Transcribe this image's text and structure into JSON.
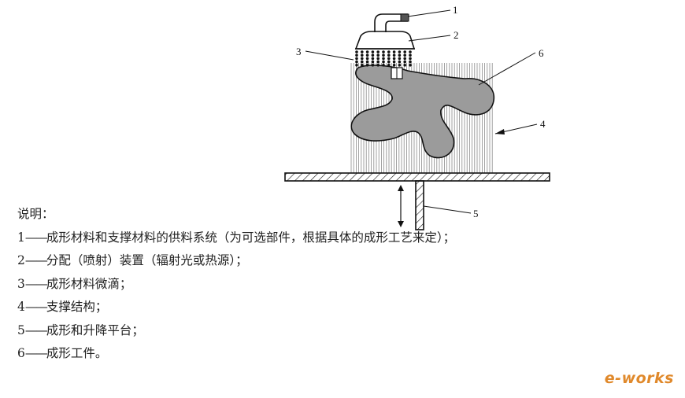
{
  "callouts": [
    "1",
    "2",
    "3",
    "4",
    "5",
    "6"
  ],
  "legend": {
    "heading": "说明：",
    "separator": "——",
    "items": [
      {
        "num": "1",
        "text": "成形材料和支撑材料的供料系统（为可选部件，根据具体的成形工艺来定）；"
      },
      {
        "num": "2",
        "text": "分配（喷射）装置（辐射光或热源）；"
      },
      {
        "num": "3",
        "text": "成形材料微滴；"
      },
      {
        "num": "4",
        "text": "支撑结构；"
      },
      {
        "num": "5",
        "text": "成形和升降平台；"
      },
      {
        "num": "6",
        "text": "成形工件。"
      }
    ]
  },
  "watermark": "e-works",
  "colors": {
    "part_fill": "#9b9b9b",
    "line": "#111111",
    "support_lines": "#8a8a8a",
    "watermark": "#e0892b"
  }
}
